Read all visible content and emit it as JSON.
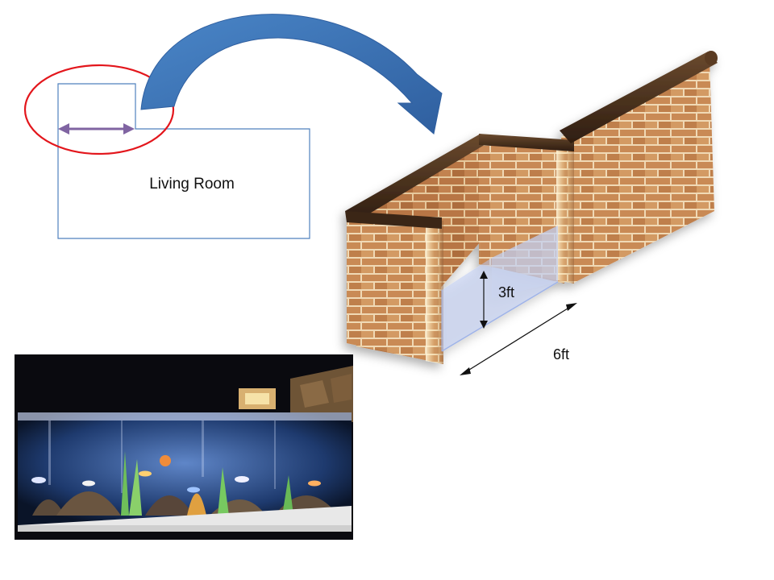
{
  "floor_plan": {
    "room_label": "Living Room"
  },
  "alcove": {
    "height_label": "3ft",
    "width_label": "6ft"
  },
  "colors": {
    "plan_outline": "#4f81bd",
    "highlight_circle": "#e3161c",
    "measure_arrow": "#8064a2",
    "curved_arrow": "#3e73b9",
    "brick": "#c98a55",
    "mortar": "#f0d9b5",
    "tank_glass": "#b9c8f0"
  },
  "icons": {
    "curved_arrow": "curved-arrow-icon",
    "double_arrow": "double-arrow-icon"
  }
}
